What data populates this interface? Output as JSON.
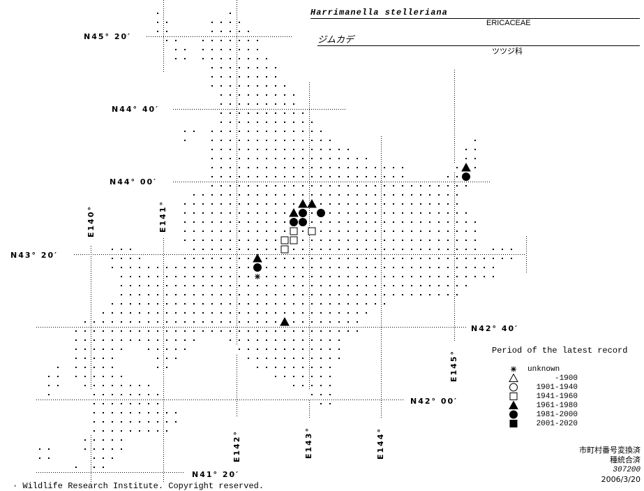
{
  "header": {
    "scientific_name": "Harrimanella stelleriana",
    "family": "ERICACEAE",
    "japanese_name": "ジムカデ",
    "japanese_family": "ツツジ科"
  },
  "graticule": {
    "latitudes": [
      "N45° 20′",
      "N44° 40′",
      "N44° 00′",
      "N43° 20′",
      "N42° 40′",
      "N42° 00′",
      "N41° 20′"
    ],
    "longitudes": [
      "E140°",
      "E141°",
      "E142°",
      "E143°",
      "E144°",
      "E145°"
    ]
  },
  "legend": {
    "title": "Period of the latest record",
    "items": [
      {
        "symbol": "asterisk",
        "label": "unknown"
      },
      {
        "symbol": "triangle-open",
        "label": "-1900"
      },
      {
        "symbol": "circle-open",
        "label": "1901-1940"
      },
      {
        "symbol": "square-open",
        "label": "1941-1960"
      },
      {
        "symbol": "triangle-filled",
        "label": "1961-1980"
      },
      {
        "symbol": "circle-filled",
        "label": "1981-2000"
      },
      {
        "symbol": "square-filled",
        "label": "2001-2020"
      }
    ]
  },
  "records": [
    {
      "mesh": [
        48,
        17
      ],
      "period": "1961-1980"
    },
    {
      "mesh": [
        48,
        18
      ],
      "period": "1981-2000"
    },
    {
      "mesh": [
        30,
        21
      ],
      "period": "1961-1980"
    },
    {
      "mesh": [
        31,
        21
      ],
      "period": "1961-1980"
    },
    {
      "mesh": [
        29,
        22
      ],
      "period": "1961-1980"
    },
    {
      "mesh": [
        30,
        22
      ],
      "period": "1981-2000"
    },
    {
      "mesh": [
        32,
        22
      ],
      "period": "1981-2000"
    },
    {
      "mesh": [
        29,
        23
      ],
      "period": "1981-2000"
    },
    {
      "mesh": [
        30,
        23
      ],
      "period": "1981-2000"
    },
    {
      "mesh": [
        29,
        24
      ],
      "period": "1941-1960"
    },
    {
      "mesh": [
        31,
        24
      ],
      "period": "1941-1960"
    },
    {
      "mesh": [
        28,
        25
      ],
      "period": "1941-1960"
    },
    {
      "mesh": [
        29,
        25
      ],
      "period": "1941-1960"
    },
    {
      "mesh": [
        28,
        26
      ],
      "period": "1941-1960"
    },
    {
      "mesh": [
        25,
        27
      ],
      "period": "1961-1980"
    },
    {
      "mesh": [
        25,
        28
      ],
      "period": "1981-2000"
    },
    {
      "mesh": [
        25,
        29
      ],
      "period": "unknown"
    },
    {
      "mesh": [
        28,
        34
      ],
      "period": "1961-1980"
    }
  ],
  "notes": {
    "line1": "市町村番号変換済",
    "line2": "種統合済",
    "code": "307200",
    "date": "2006/3/20"
  },
  "footer": {
    "copyright": "· Wildlife Research Institute. Copyright reserved."
  }
}
